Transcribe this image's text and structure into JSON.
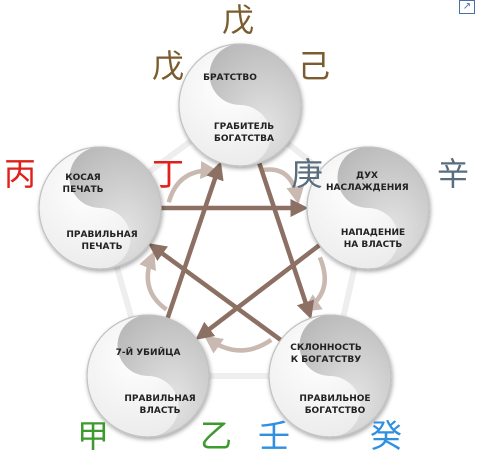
{
  "colors": {
    "earth": "#7a5c2e",
    "metal": "#5a6d7e",
    "water": "#2f8fe0",
    "wood": "#3d9a2f",
    "fire": "#e0201a",
    "arrow": "#8c7064",
    "arrow_light": "#c9b9b0"
  },
  "corner_icon": "expand-icon",
  "corner_glyph": "↗",
  "circles": [
    {
      "id": "earth",
      "top": "БРАТСТВО",
      "bottom": "ГРАБИТЕЛЬ\nБОГАТСТВА",
      "flip": false
    },
    {
      "id": "metal",
      "top": "ДУХ\nНАСЛАЖДЕНИЯ",
      "bottom": "НАПАДЕНИЕ\nНА ВЛАСТЬ",
      "flip": false
    },
    {
      "id": "water",
      "top": "СКЛОННОСТЬ\nК БОГАТСТВУ",
      "bottom": "ПРАВИЛЬНОЕ\nБОГАТСТВО",
      "flip": false
    },
    {
      "id": "wood",
      "top": "7-Й УБИЙЦА",
      "bottom": "ПРАВИЛЬНАЯ\nВЛАСТЬ",
      "flip": false
    },
    {
      "id": "fire",
      "top": "КОСАЯ\nПЕЧАТЬ",
      "bottom": "ПРАВИЛЬНАЯ\nПЕЧАТЬ",
      "flip": false
    }
  ],
  "stems": [
    {
      "char": "戊",
      "element": "earth"
    },
    {
      "char": "戊",
      "element": "earth"
    },
    {
      "char": "己",
      "element": "earth"
    },
    {
      "char": "庚",
      "element": "metal"
    },
    {
      "char": "辛",
      "element": "metal"
    },
    {
      "char": "壬",
      "element": "water"
    },
    {
      "char": "癸",
      "element": "water"
    },
    {
      "char": "甲",
      "element": "wood"
    },
    {
      "char": "乙",
      "element": "wood"
    },
    {
      "char": "丙",
      "element": "fire"
    },
    {
      "char": "丁",
      "element": "fire"
    }
  ]
}
